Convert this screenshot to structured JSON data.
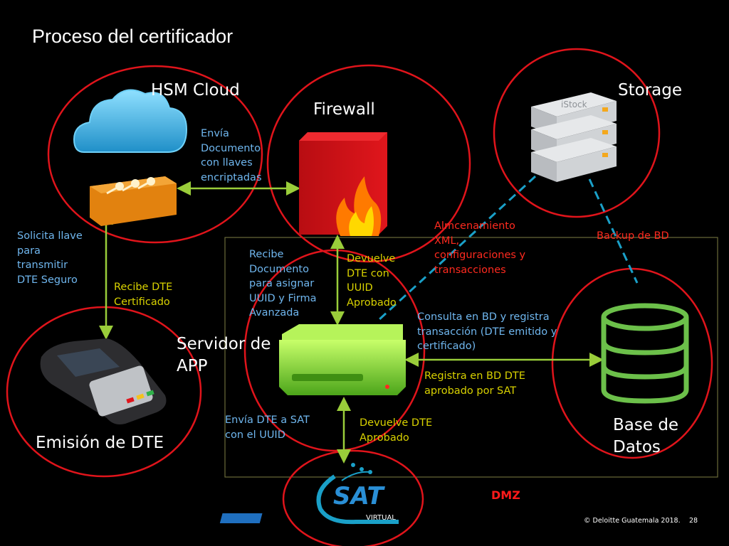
{
  "title": "Proceso del certificador",
  "nodes": {
    "hsm": "HSM Cloud",
    "firewall": "Firewall",
    "storage": "Storage",
    "server": "Servidor de\nAPP",
    "emision": "Emisión de DTE",
    "database": "Base de\nDatos",
    "sat_logo": "SAT",
    "sat_sub": "VIRTUAL",
    "storage_watermark": "iStock"
  },
  "zone_label": "DMZ",
  "notes": {
    "envia_documento": "Envía\nDocumento\ncon llaves\nencriptadas",
    "solicita_llave": "Solicita llave\npara\ntransmitir\nDTE Seguro",
    "recibe_dte": "Recibe DTE\nCertificado",
    "recibe_documento": "Recibe\nDocumento\npara asignar\nUUID y Firma\nAvanzada",
    "devuelve_dte_uuid": "Devuelve\nDTE con\nUUID\nAprobado",
    "almacenamiento": "Almcenamiento\nXML,\nconfiguraciones y\ntransacciones",
    "backup": "Backup de  BD",
    "consulta_bd": "Consulta en BD y registra\ntransacción (DTE emitido y\ncertificado)",
    "registra_bd": "Registra en BD DTE\naprobado por SAT",
    "envia_sat": "Envía DTE a SAT\ncon el UUID",
    "devuelve_aprobado": "Devuelve DTE\nAprobado"
  },
  "footer": {
    "copyright": "© Deloitte Guatemala 2018.",
    "page": "28"
  },
  "colors": {
    "circle": "#e0141b",
    "arrow": "#9acd3a",
    "dashed": "#1aa0c8",
    "zone_border": "#6b6b3a"
  }
}
